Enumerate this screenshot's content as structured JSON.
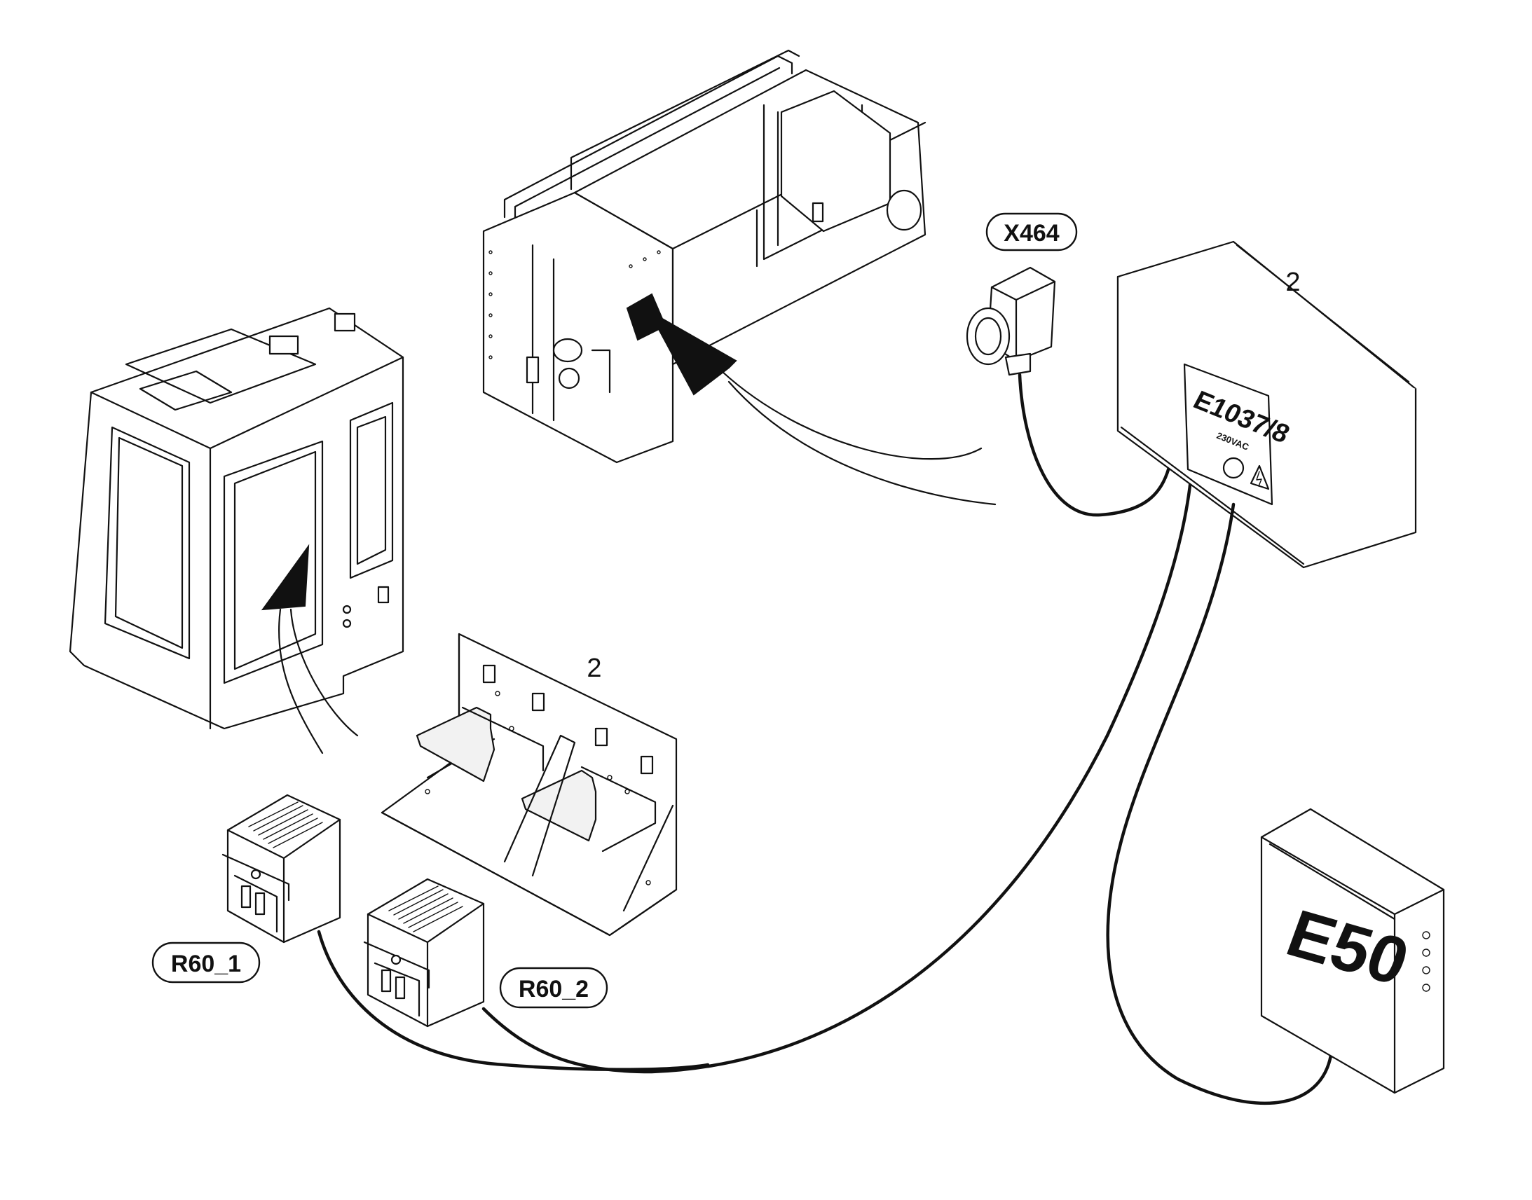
{
  "callouts": {
    "x464": "X464",
    "r60_1": "R60_1",
    "r60_2": "R60_2"
  },
  "item_numbers": {
    "control_box": "2",
    "bracket": "2"
  },
  "control_box": {
    "id_label": "E1037/8",
    "voltage_label": "230VAC"
  },
  "e50_box": {
    "label": "E50"
  },
  "icons": {
    "warning": "high-voltage-warning-icon",
    "arrow": "installation-arrow-icon"
  },
  "colors": {
    "line": "#111111",
    "background": "#ffffff"
  }
}
